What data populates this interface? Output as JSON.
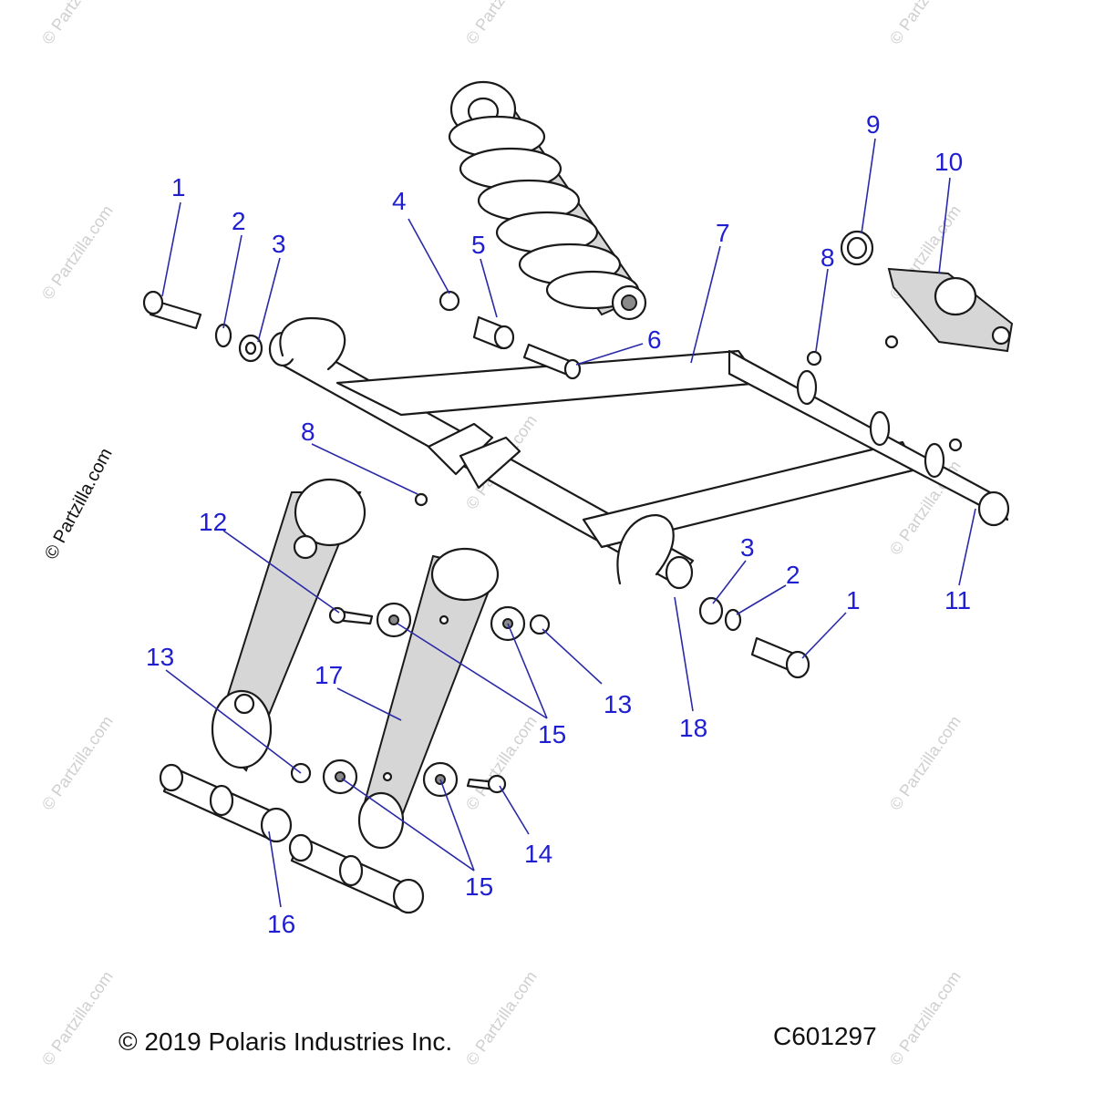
{
  "diagram": {
    "callouts": {
      "c1a": "1",
      "c2a": "2",
      "c3a": "3",
      "c4": "4",
      "c5": "5",
      "c6": "6",
      "c7": "7",
      "c8a": "8",
      "c8b": "8",
      "c9": "9",
      "c10": "10",
      "c11": "11",
      "c12": "12",
      "c13a": "13",
      "c13b": "13",
      "c3b": "3",
      "c2b": "2",
      "c1b": "1",
      "c17": "17",
      "c15a": "15",
      "c18": "18",
      "c15b": "15",
      "c14": "14",
      "c16": "16"
    },
    "copyright": "© 2019 Polaris Industries Inc.",
    "figure_code": "C601297",
    "side_watermark": "© Partzilla.com",
    "watermark": "© Partzilla.com"
  }
}
